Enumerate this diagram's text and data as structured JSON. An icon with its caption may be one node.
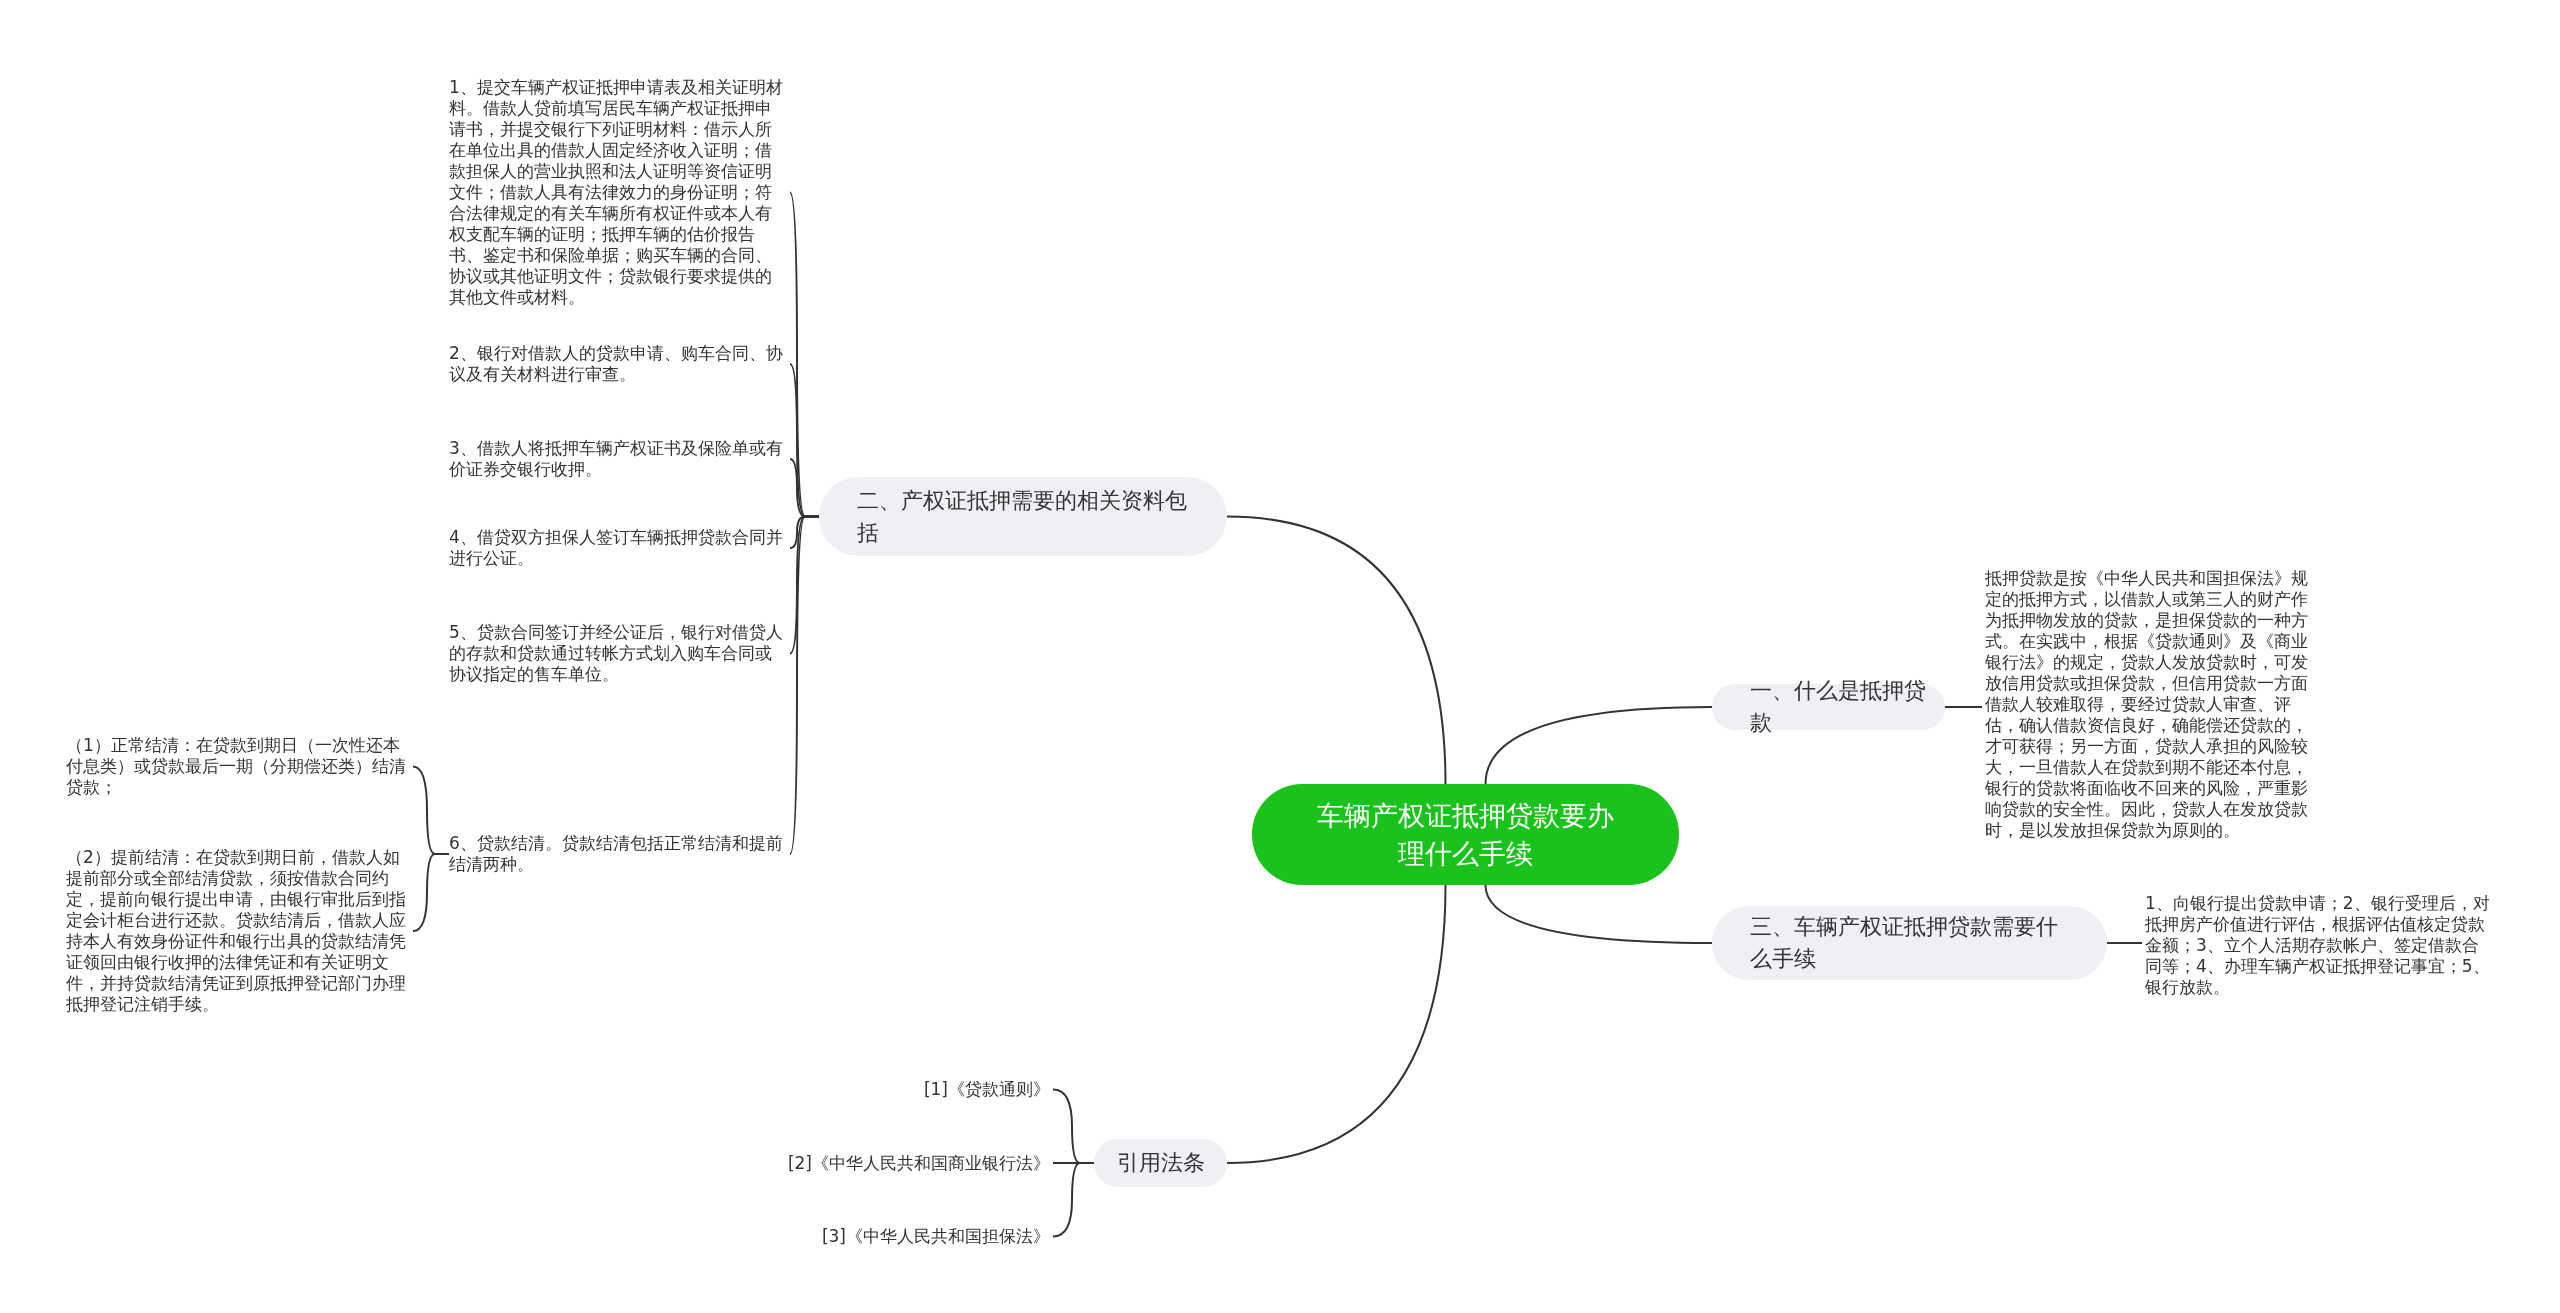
{
  "diagram": {
    "nodes": [
      {
        "text": [
          "车辆产权证抵押贷款要办理什么手续"
        ]
      },
      {
        "text": [
          "一、什么是抵押贷款"
        ]
      },
      {
        "text": [
          "抵押贷款是按《中华人民共和国担保法》规定的抵押方式，以借款人或第三人的财产作为抵押物发放的贷款，是担保贷款的一种方式。在实践中，根据《贷款通则》及《商业银行法》的规定，贷款人发放贷款时，可发放信用贷款或担保贷款，但信用贷款一方面借款人较难取得，要经过贷款人审查、评估，确认借款资信良好，确能偿还贷款的，才可获得；另一方面，贷款人承担的风险较大，一旦借款人在贷款到期不能还本付息，银行的贷款将面临收不回来的风险，严重影响贷款的安全性。因此，贷款人在发放贷款时，是以发放担保贷款为原则的。"
        ]
      },
      {
        "text": [
          "三、车辆产权证抵押贷款需要什么手续"
        ]
      },
      {
        "text": [
          "1、向银行提出贷款申请；2、银行受理后，对抵押房产价值进行评估，根据评估值核定贷款金额；3、立个人活期存款帐户、签定借款合同等；4、办理车辆产权证抵押登记事宜；5、银行放款。"
        ]
      },
      {
        "text": [
          "二、产权证抵押需要的相关资料包括"
        ]
      },
      {
        "text": [
          "1、提交车辆产权证抵押申请表及相关证明材料。借款人贷前填写居民车辆产权证抵押申请书，并提交银行下列证明材料：借示人所在单位出具的借款人固定经济收入证明；借款担保人的营业执照和法人证明等资信证明文件；借款人具有法律效力的身份证明；符合法律规定的有关车辆所有权证件或本人有权支配车辆的证明；抵押车辆的估价报告书、鉴定书和保险单据；购买车辆的合同、协议或其他证明文件；贷款银行要求提供的其他文件或材料。"
        ]
      },
      {
        "text": [
          "2、银行对借款人的贷款申请、购车合同、协议及有关材料进行审查。"
        ]
      },
      {
        "text": [
          "3、借款人将抵押车辆产权证书及保险单或有价证券交银行收押。"
        ]
      },
      {
        "text": [
          "4、借贷双方担保人签订车辆抵押贷款合同并进行公证。"
        ]
      },
      {
        "text": [
          "5、贷款合同签订并经公证后，银行对借贷人的存款和贷款通过转帐方式划入购车合同或协议指定的售车单位。"
        ]
      },
      {
        "text": [
          "6、贷款结清。贷款结清包括正常结清和提前结清两种。"
        ]
      },
      {
        "text": [
          "（1）正常结清：在贷款到期日（一次性还本付息类）或贷款最后一期（分期偿还类）结清贷款；"
        ]
      },
      {
        "text": [
          "（2）提前结清：在贷款到期日前，借款人如提前部分或全部结清贷款，须按借款合同约定，提前向银行提出申请，由银行审批后到指定会计柜台进行还款。贷款结清后，借款人应持本人有效身份证件和银行出具的贷款结清凭证领回由银行收押的法律凭证和有关证明文件，并持贷款结清凭证到原抵押登记部门办理抵押登记注销手续。"
        ]
      },
      {
        "text": [
          "引用法条"
        ]
      },
      {
        "text": [
          "[1]《贷款通则》"
        ]
      },
      {
        "text": [
          "[2]《中华人民共和国商业银行法》"
        ]
      },
      {
        "text": [
          "[3]《中华人民共和国担保法》"
        ]
      }
    ],
    "edges": [
      {
        "from": 0,
        "to": 1,
        "arrow": "none"
      },
      {
        "from": 1,
        "to": 2,
        "arrow": "none"
      },
      {
        "from": 0,
        "to": 3,
        "arrow": "none"
      },
      {
        "from": 3,
        "to": 4,
        "arrow": "none"
      },
      {
        "from": 0,
        "to": 5,
        "arrow": "none"
      },
      {
        "from": 5,
        "to": 6,
        "arrow": "none"
      },
      {
        "from": 5,
        "to": 7,
        "arrow": "none"
      },
      {
        "from": 5,
        "to": 8,
        "arrow": "none"
      },
      {
        "from": 5,
        "to": 9,
        "arrow": "none"
      },
      {
        "from": 5,
        "to": 10,
        "arrow": "none"
      },
      {
        "from": 5,
        "to": 11,
        "arrow": "none"
      },
      {
        "from": 11,
        "to": 12,
        "arrow": "none"
      },
      {
        "from": 11,
        "to": 13,
        "arrow": "none"
      },
      {
        "from": 0,
        "to": 14,
        "arrow": "none"
      },
      {
        "from": 14,
        "to": 15,
        "arrow": "none"
      },
      {
        "from": 14,
        "to": 16,
        "arrow": "none"
      },
      {
        "from": 14,
        "to": 17,
        "arrow": "none"
      }
    ]
  }
}
